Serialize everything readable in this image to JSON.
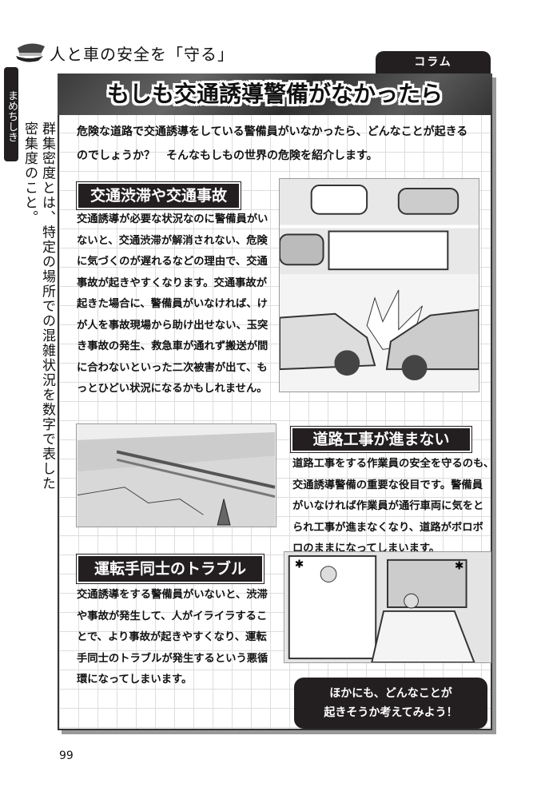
{
  "header": {
    "chapter_title": "人と車の安全を「守る」",
    "tab_label": "コラム"
  },
  "banner": {
    "title": "もしも交通誘導警備がなかったら"
  },
  "intro": {
    "lines": [
      "危険な道路で交通誘導をしている警備員がいなかったら、どんなことが起きる",
      "のでしょうか？　そんなもしもの世界の危険を紹介します。"
    ]
  },
  "sections": [
    {
      "heading": "交通渋滞や交通事故",
      "lines": [
        "交通誘導が必要な状況なのに警備員がい",
        "ないと、交通渋滞が解消されない、危険",
        "に気づくのが遅れるなどの理由で、交通",
        "事故が起きやすくなります。交通事故が",
        "起きた場合に、警備員がいなければ、け",
        "が人を事故現場から助け出せない、玉突",
        "き事故の発生、救急車が通れず搬送が間",
        "に合わないといった二次被害が出て、も",
        "っとひどい状況になるかもしれません。"
      ]
    },
    {
      "heading": "道路工事が進まない",
      "lines": [
        "道路工事をする作業員の安全を守るのも、",
        "交通誘導警備の重要な役目です。警備員",
        "がいなければ作業員が通行車両に気をと",
        "られ工事が進まなくなり、道路がボロボ",
        "ロのままになってしまいます。"
      ]
    },
    {
      "heading": "運転手同士のトラブル",
      "lines": [
        "交通誘導をする警備員がいないと、渋滞",
        "や事故が発生して、人がイライラするこ",
        "とで、より事故が起きやすくなり、運転",
        "手同士のトラブルが発生するという悪循",
        "環になってしまいます。"
      ]
    }
  ],
  "callout": {
    "lines": [
      "ほかにも、どんなことが",
      "起きそうか考えてみよう！"
    ]
  },
  "sidebar": {
    "badge": "まめちしき",
    "text": "群集密度とは、特定の場所での混雑状況を数字で表した密集度のこと。"
  },
  "page_number": "99"
}
